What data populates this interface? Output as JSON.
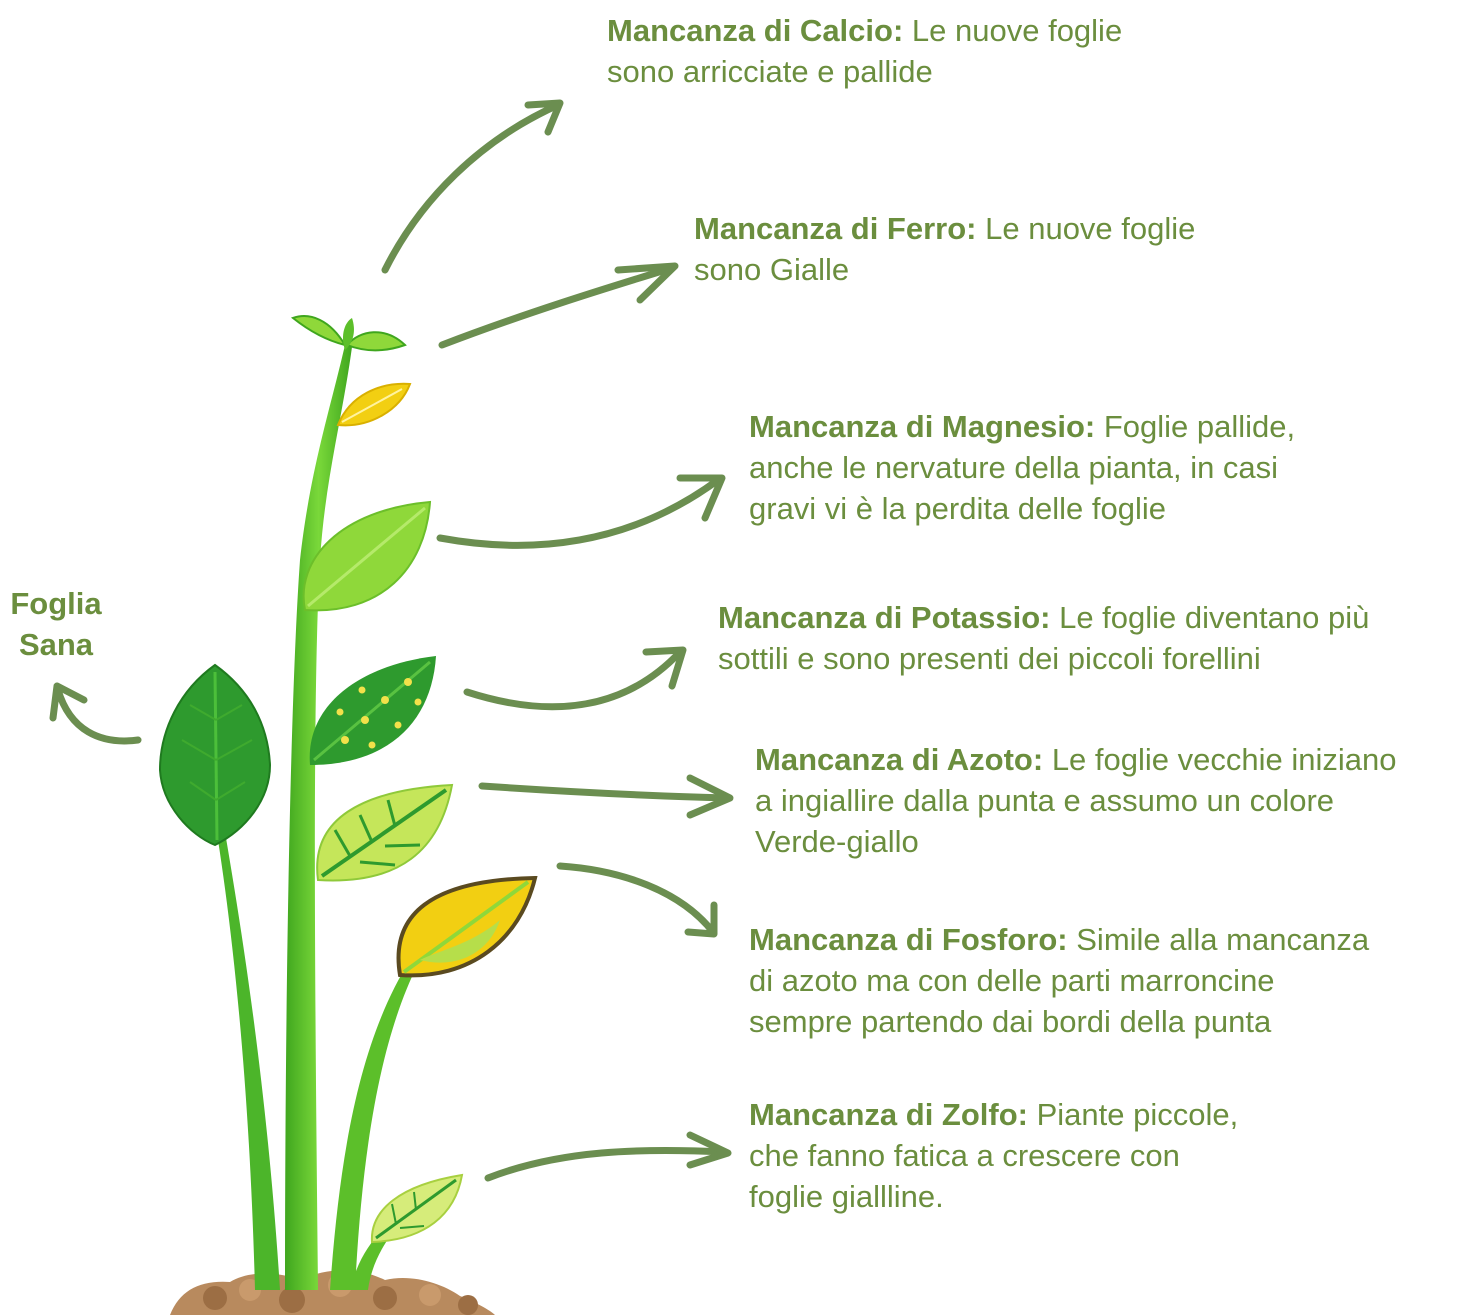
{
  "healthy_leaf": {
    "line1": "Foglia",
    "line2": "Sana"
  },
  "deficiencies": [
    {
      "title": "Mancanza di Calcio:",
      "desc1": " Le nuove foglie",
      "desc2": "sono arricciate e pallide"
    },
    {
      "title": "Mancanza di Ferro:",
      "desc1": " Le nuove foglie",
      "desc2": "sono Gialle"
    },
    {
      "title": "Mancanza di Magnesio:",
      "desc1": " Foglie pallide,",
      "desc2": "anche le nervature della pianta, in casi",
      "desc3": "gravi vi è la perdita delle foglie"
    },
    {
      "title": "Mancanza di Potassio:",
      "desc1": " Le foglie diventano più",
      "desc2": "sottili e sono presenti dei piccoli forellini"
    },
    {
      "title": "Mancanza di Azoto:",
      "desc1": " Le foglie vecchie iniziano",
      "desc2": "a ingiallire dalla punta e assumo un colore",
      "desc3": "Verde-giallo"
    },
    {
      "title": "Mancanza di Fosforo:",
      "desc1": " Simile alla mancanza",
      "desc2": "di azoto ma con delle parti marroncine",
      "desc3": "sempre partendo dai bordi della punta"
    },
    {
      "title": "Mancanza di Zolfo:",
      "desc1": " Piante piccole,",
      "desc2": "che fanno fatica a crescere con",
      "desc3": "foglie giallline."
    }
  ],
  "colors": {
    "text": "#6b8e3e",
    "arrow": "#6b8e50",
    "stem": "#5cbf2a",
    "leaf_dark": "#2e9a2e",
    "leaf_light": "#8fd83a",
    "leaf_yellow": "#f2cf12",
    "soil": "#b88a5e"
  }
}
